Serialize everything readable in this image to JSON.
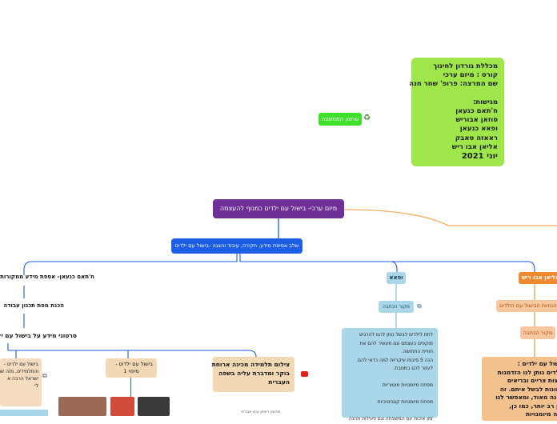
{
  "info_box": {
    "lines": [
      "מכללת גורדון לחינוך",
      "קורס : מיזם ערכי",
      "שם המרצה: פרופ' שחר חנה",
      "",
      "מגישות:",
      "ח'תאם כנעאן",
      "סוזאן אבוריש",
      "ופאא כנעאן",
      "ראאזה סאבק",
      "אליאן אבו ריש"
    ],
    "year": "יוני 2021"
  },
  "side_pill": {
    "label": "סרטון המחשבה",
    "icon": "recycle-icon"
  },
  "root": {
    "label": "מיזם ערכי- בישול עם ילדים כמנוף להעצמה"
  },
  "stage": {
    "label": "שלב אסיפת מידע, חקירה, עיבוד והצגה -בישול עם ילדים"
  },
  "left_branch": {
    "title": "ח'תאם כנעאן- אספת מידע ממקורות",
    "sub": "הכנת מפת תכנון עבודה",
    "sub2": "סרטוני מידע על בישול עם ילדים",
    "card_small_1": {
      "lines": [
        "בישול עם ילדים -",
        "מיפוי 1"
      ]
    },
    "card_small_2": {
      "lines": [
        "בישול עם ילדים -",
        "והתלמידים, מזה שני",
        "ישראל הרבה א",
        "לי"
      ]
    },
    "card_main": {
      "lines": [
        "צילום תלמידה מכינה ארוחת",
        "בוקר ומדברת עליה בשפה",
        "העברית"
      ]
    },
    "caption": "סרטון ריאיון ובנו אבריה"
  },
  "middle_branch": {
    "title": "ופאא",
    "source": "מקור הכתבה",
    "lines": [
      "לתת לילדים לבשל נותן להם להרגיש",
      "מוקפים בעצמם וגם מעשיר להם את",
      "חוויית התחושה.",
      "הנה 5 סיבות עיקריות למה כדאי להם",
      "לעזור לכם במטבח:",
      "",
      "מפתח מיומנויות מוטוריות",
      "",
      "מפתח מיומנויות קוגניטיביות",
      "",
      "זמן איכות עם המשפחה וגם פעילות מהנה"
    ]
  },
  "right_branch": {
    "title": "אליאן אבו ריש",
    "sub": "הנחיות הבישול עם הילדים",
    "source": "מקור הכתבה",
    "lines": [
      "בישול עם ילדים :",
      "לילדים נותן לנו הזדמנות",
      "ונוצות צריים ובריאים",
      "מגוונות לבשל איתם. זה",
      "מהנה מאוד, ומאפשר לנו",
      "זמן רב יותר, כמו כן,",
      "כמה מיומנויות"
    ]
  }
}
